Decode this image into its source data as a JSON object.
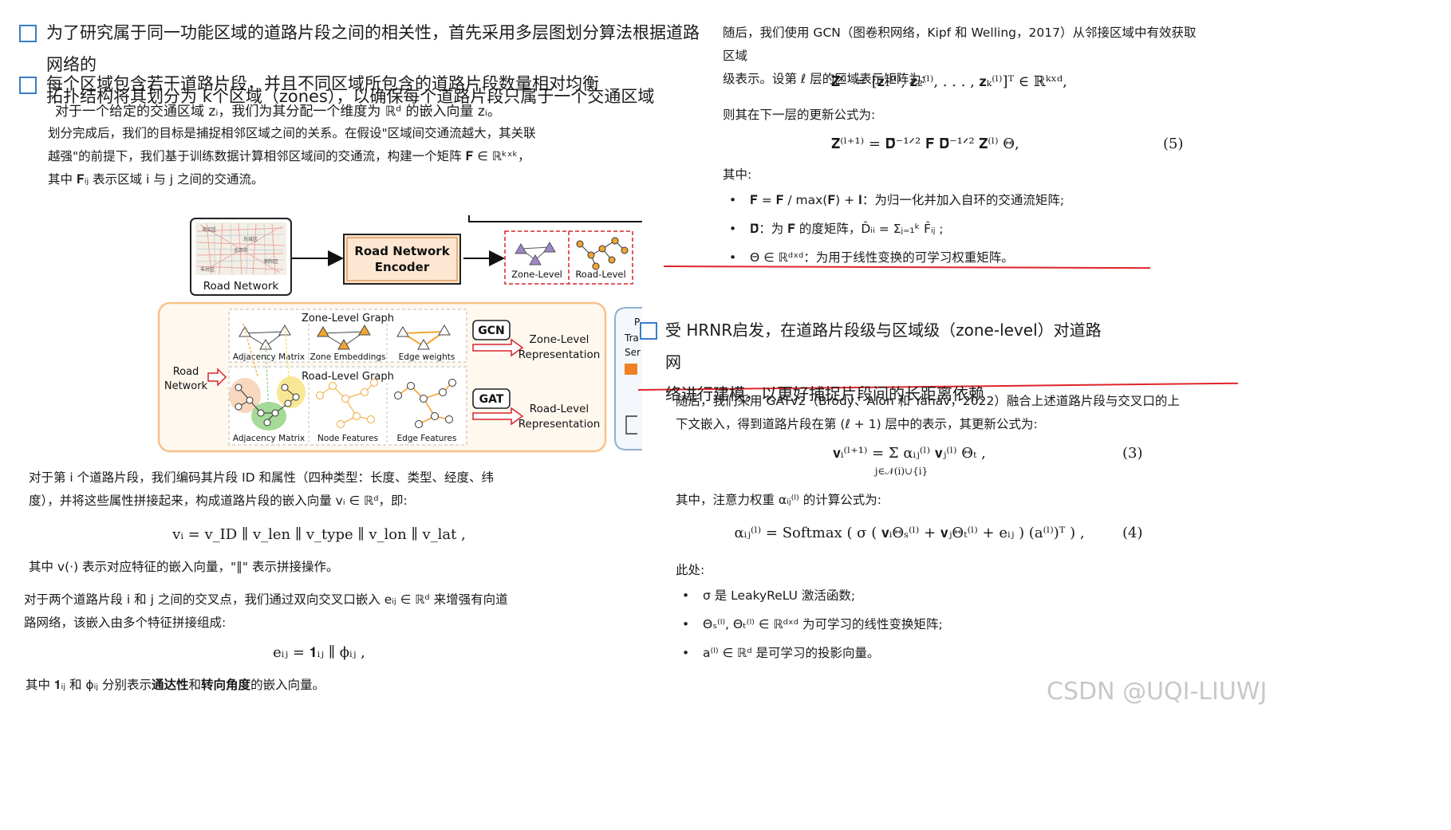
{
  "left": {
    "checkbox_items": [
      {
        "lines": [
          "为了研究属于同一功能区域的道路片段之间的相关性，首先采用多层图划分算法根据道路网络的",
          "拓扑结构将其划分为 k个区域（zones），以确保每个道路片段只属于一个交通区域"
        ]
      },
      {
        "lines": [
          "每个区域包含若干道路片段，并且不同区域所包含的道路片段数量相对均衡"
        ]
      }
    ],
    "zone_embed": "对于一个给定的交通区域 zᵢ，我们为其分配一个维度为 ℝᵈ 的嵌入向量 zᵢ。",
    "partition_para": [
      "划分完成后，我们的目标是捕捉相邻区域之间的关系。在假设\"区域间交通流越大，其关联",
      "越强\"的前提下，我们基于训练数据计算相邻区域间的交通流，构建一个矩阵 𝐅 ∈ ℝᵏˣᵏ，",
      "其中 𝐅ᵢⱼ 表示区域 i 与 j 之间的交通流。"
    ],
    "segment_para": [
      "对于第 i 个道路片段，我们编码其片段 ID 和属性（四种类型：长度、类型、经度、纬",
      "度），并将这些属性拼接起来，构成道路片段的嵌入向量 vᵢ ∈ ℝᵈ，即:"
    ],
    "eq_v": "vᵢ = v_ID ∥ v_len ∥ v_type ∥ v_lon ∥ v_lat ,",
    "concat_note": "其中 v(·) 表示对应特征的嵌入向量，\"∥\" 表示拼接操作。",
    "intersection_para": [
      "对于两个道路片段 i 和 j 之间的交叉点，我们通过双向交叉口嵌入 eᵢⱼ ∈ ℝᵈ 来增强有向道",
      "路网络，该嵌入由多个特征拼接组成:"
    ],
    "eq_e": "eᵢⱼ = 𝟏ᵢⱼ ∥ ϕᵢⱼ ,",
    "last_note_pre": "其中 𝟏ᵢⱼ 和 ϕᵢⱼ 分别表示",
    "last_note_b1": "通达性",
    "last_note_mid": "和",
    "last_note_b2": "转向角度",
    "last_note_post": "的嵌入向量。"
  },
  "figure": {
    "map_labels": [
      "海淀区",
      "东城区",
      "北京市",
      "丰台区",
      "朝阳区"
    ],
    "road_network": "Road Network",
    "encoder_line1": "Road Network",
    "encoder_line2": "Encoder",
    "zone_level": "Zone-Level",
    "road_level": "Road-Level",
    "zone_graph_title": "Zone-Level Graph",
    "road_graph_title": "Road-Level Graph",
    "zone_sub": [
      "Adjacency Matrix",
      "Zone Embeddings",
      "Edge weights"
    ],
    "road_sub": [
      "Adjacency Matrix",
      "Node Features",
      "Edge Features"
    ],
    "input_line1": "Road",
    "input_line2": "Network",
    "gcn": "GCN",
    "gat": "GAT",
    "zone_rep_1": "Zone-Level",
    "zone_rep_2": "Representation",
    "road_rep_1": "Road-Level",
    "road_rep_2": "Representation",
    "clip_1": "P",
    "clip_2": "Tra",
    "clip_3": "Ser"
  },
  "right_top": {
    "intro": [
      "随后，我们使用 GCN（图卷积网络，Kipf 和 Welling，2017）从邻接区域中有效获取区域",
      "级表示。设第 ℓ 层的区域表示矩阵为:"
    ],
    "eq_z": "𝐙⁽ˡ⁾ = [𝐳₁⁽ˡ⁾, 𝐳₂⁽ˡ⁾, . . . , 𝐳ₖ⁽ˡ⁾]ᵀ ∈ ℝᵏˣᵈ,",
    "update_intro": "则其在下一层的更新公式为:",
    "eq_update": "𝐙⁽ˡ⁺¹⁾ = 𝐃̂⁻¹ᐟ² 𝐅̂ 𝐃̂⁻¹ᐟ² 𝐙⁽ˡ⁾ Θ,",
    "eq_update_no": "(5)",
    "where": "其中:",
    "bullets": [
      "𝐅̂ = 𝐅 / max(𝐅) + 𝐈：为归一化并加入自环的交通流矩阵;",
      "𝐃̂：为 𝐅̂ 的度矩阵，D̂ᵢᵢ = Σⱼ₌₁ᵏ F̂ᵢⱼ ;",
      "Θ ∈ ℝᵈˣᵈ：为用于线性变换的可学习权重矩阵。"
    ]
  },
  "right_note": {
    "lines": [
      "受 HRNR启发，在道路片段级与区域级（zone-level）对道路网",
      "络进行建模，以更好捕捉片段间的长距离依赖"
    ]
  },
  "right_bottom": {
    "intro": [
      "随后，我们采用 GATv2（Brody、Alon 和 Yahav，2022）融合上述道路片段与交叉口的上",
      "下文嵌入，得到道路片段在第 (ℓ + 1) 层中的表示，其更新公式为:"
    ],
    "eq3": "𝐯ᵢ⁽ˡ⁺¹⁾ =  Σ  αᵢⱼ⁽ˡ⁾ 𝐯ⱼ⁽ˡ⁾ Θₜ ,",
    "eq3_sub": "j∈𝒩(i)∪{i}",
    "eq3_no": "(3)",
    "attn_intro": "其中，注意力权重 αᵢⱼ⁽ˡ⁾ 的计算公式为:",
    "eq4": "αᵢⱼ⁽ˡ⁾ = Softmax ( σ ( 𝐯ᵢΘₛ⁽ˡ⁾ + 𝐯ⱼΘₜ⁽ˡ⁾ + eᵢⱼ ) (a⁽ˡ⁾)ᵀ ) ,",
    "eq4_no": "(4)",
    "here": "此处:",
    "bullets": [
      "σ 是 LeakyReLU 激活函数;",
      "Θₛ⁽ˡ⁾, Θₜ⁽ˡ⁾ ∈ ℝᵈˣᵈ 为可学习的线性变换矩阵;",
      "a⁽ˡ⁾ ∈ ℝᵈ 是可学习的投影向量。"
    ]
  },
  "watermark": "CSDN @UQI-LIUWJ",
  "colors": {
    "checkbox": "#3a7ec4",
    "red": "#e0242a",
    "orange_panel": "#f6c28a",
    "encoder_border": "#e39a5d",
    "triangle_purple": "#9d86c9",
    "node_orange": "#f2a533",
    "road_green": "#8fd17e",
    "road_yellow": "#f6e27a",
    "watermark": "#c8c8c8"
  }
}
